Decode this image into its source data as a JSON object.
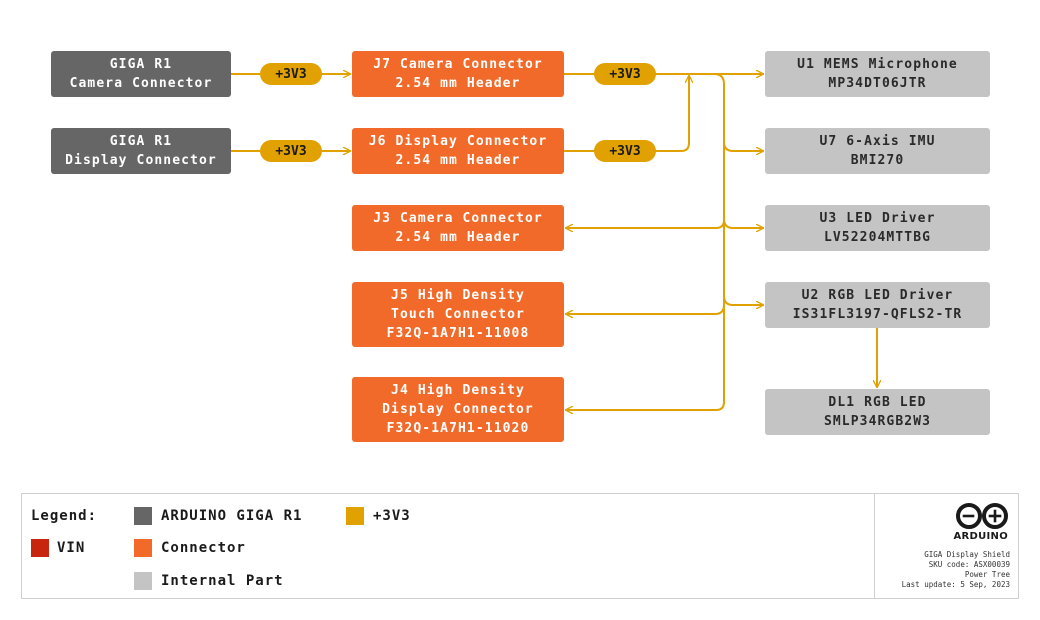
{
  "diagram": {
    "sources": [
      {
        "id": "giga-camera",
        "lines": [
          "GIGA R1",
          "Camera Connector"
        ]
      },
      {
        "id": "giga-display",
        "lines": [
          "GIGA R1",
          "Display Connector"
        ]
      }
    ],
    "connectors": [
      {
        "id": "j7",
        "lines": [
          "J7 Camera Connector",
          "2.54 mm Header"
        ]
      },
      {
        "id": "j6",
        "lines": [
          "J6 Display Connector",
          "2.54 mm Header"
        ]
      },
      {
        "id": "j3",
        "lines": [
          "J3 Camera Connector",
          "2.54 mm Header"
        ]
      },
      {
        "id": "j5",
        "lines": [
          "J5 High Density",
          "Touch Connector",
          "F32Q-1A7H1-11008"
        ]
      },
      {
        "id": "j4",
        "lines": [
          "J4 High Density",
          "Display Connector",
          "F32Q-1A7H1-11020"
        ]
      }
    ],
    "internal_parts": [
      {
        "id": "u1",
        "lines": [
          "U1 MEMS Microphone",
          "MP34DT06JTR"
        ]
      },
      {
        "id": "u7",
        "lines": [
          "U7 6-Axis IMU",
          "BMI270"
        ]
      },
      {
        "id": "u3",
        "lines": [
          "U3 LED Driver",
          "LV52204MTTBG"
        ]
      },
      {
        "id": "u2",
        "lines": [
          "U2 RGB LED Driver",
          "IS31FL3197-QFLS2-TR"
        ]
      },
      {
        "id": "dl1",
        "lines": [
          "DL1 RGB LED",
          "SMLP34RGB2W3"
        ]
      }
    ],
    "rail_labels": [
      "+3V3",
      "+3V3",
      "+3V3",
      "+3V3"
    ],
    "edges": [
      [
        "giga-camera",
        "j7"
      ],
      [
        "giga-display",
        "j6"
      ],
      [
        "j7",
        "u1"
      ],
      [
        "j6",
        "u1"
      ],
      [
        "bus",
        "u7"
      ],
      [
        "bus",
        "u3"
      ],
      [
        "bus",
        "u2"
      ],
      [
        "bus",
        "j3"
      ],
      [
        "bus",
        "j5"
      ],
      [
        "bus",
        "j4"
      ],
      [
        "u2",
        "dl1"
      ]
    ]
  },
  "legend": {
    "title": "Legend:",
    "items": [
      {
        "label": "ARDUINO GIGA R1",
        "color": "#666666"
      },
      {
        "label": "+3V3",
        "color": "#e1a100"
      },
      {
        "label": "VIN",
        "color": "#c8250f"
      },
      {
        "label": "Connector",
        "color": "#f26a2a"
      },
      {
        "label": "Internal Part",
        "color": "#c4c4c4"
      }
    ]
  },
  "branding": {
    "logo_icon": "arduino-infinity-logo-icon",
    "brand": "ARDUINO",
    "product": "GIGA Display Shield",
    "sku": "SKU code: ASX00039",
    "doc": "Power Tree",
    "updated": "Last update: 5 Sep, 2023"
  },
  "colors": {
    "line": "#e1a100",
    "giga": "#666666",
    "connector": "#f26a2a",
    "internal": "#c4c4c4",
    "vin": "#c8250f"
  }
}
